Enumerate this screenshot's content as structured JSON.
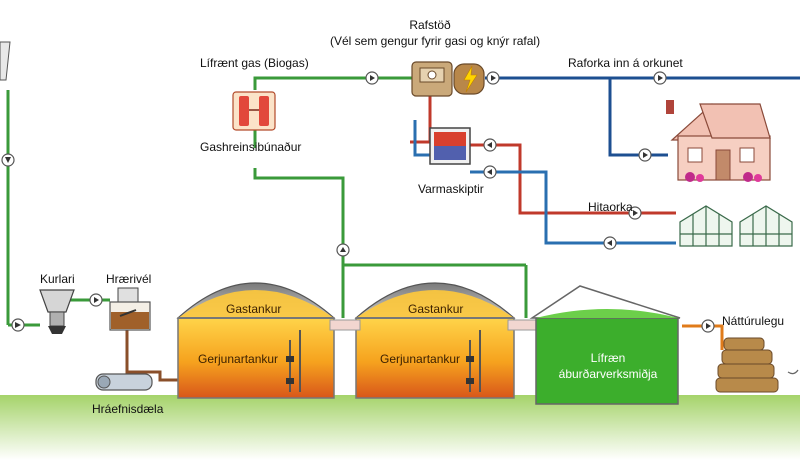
{
  "labels": {
    "power_plant": "Rafstöð",
    "power_plant_sub": "(Vél sem gengur fyrir gasi og knýr rafal)",
    "biogas": "Lífrænt gas (Biogas)",
    "gas_cleaning": "Gashreinsibúnaður",
    "grid": "Raforka inn á orkunet",
    "heat_exchanger": "Varmaskiptir",
    "heat_energy": "Hitaorka",
    "crusher": "Kurlari",
    "mixer": "Hrærivél",
    "feed_pump": "Hráefnisdæla",
    "gas_tank_1": "Gastankur",
    "digester_1": "Gerjunartankur",
    "gas_tank_2": "Gastankur",
    "digester_2": "Gerjunartankur",
    "organic_line1": "Lífræn",
    "organic_line2": "áburðarverksmiðja",
    "natural": "Náttúrulegu"
  },
  "colors": {
    "gas_pipe": "#3a9a3a",
    "power_line": "#1d4f91",
    "hot_pipe": "#c0392b",
    "cold_pipe": "#2a6fb0",
    "orange_pipe": "#e07b1a",
    "ground": "#8bc34a",
    "tank_fill": "#f6a21e",
    "green_tank": "#3cae2c"
  }
}
